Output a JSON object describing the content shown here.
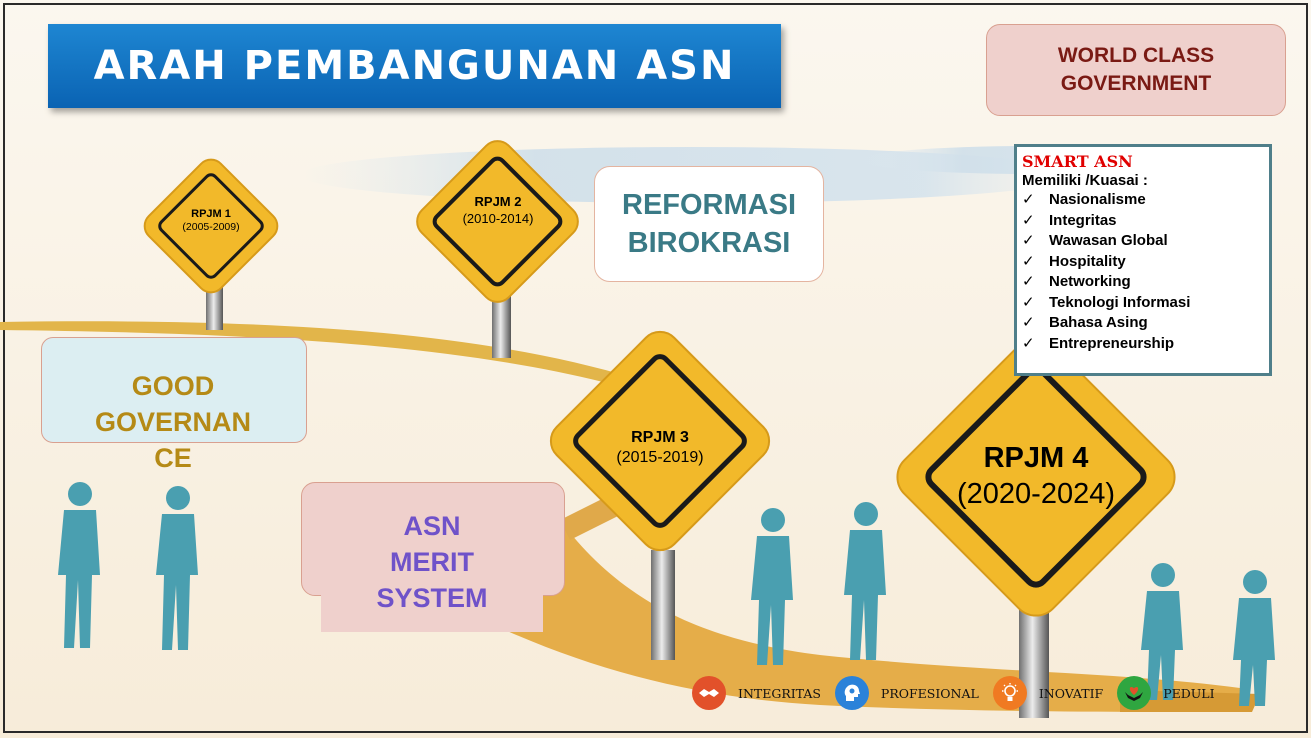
{
  "title": "ARAH PEMBANGUNAN ASN",
  "world_class": [
    "WORLD CLASS",
    "GOVERNMENT"
  ],
  "smart_asn": {
    "title": "SMART ASN",
    "subtitle": "Memiliki /Kuasai :",
    "items": [
      "Nasionalisme",
      "Integritas",
      "Wawasan Global",
      "Hospitality",
      "Networking",
      "Teknologi Informasi",
      "Bahasa Asing",
      "Entrepreneurship"
    ]
  },
  "reformasi": [
    "REFORMASI",
    "BIROKRASI"
  ],
  "good_governance": [
    "GOOD",
    "GOVERNAN",
    "CE"
  ],
  "asn_merit": [
    "ASN",
    "MERIT",
    "SYSTEM"
  ],
  "signs": [
    {
      "name": "RPJM 1",
      "years": "(2005-2009)"
    },
    {
      "name": "RPJM 2",
      "years": "(2010-2014)"
    },
    {
      "name": "RPJM 3",
      "years": "(2015-2019)"
    },
    {
      "name": "RPJM 4",
      "years": "(2020-2024)"
    }
  ],
  "values": [
    {
      "label": "INTEGRITAS",
      "icon": "handshake-icon",
      "color": "#e2512a"
    },
    {
      "label": "PROFESIONAL",
      "icon": "head-icon",
      "color": "#2b82d9"
    },
    {
      "label": "INOVATIF",
      "icon": "lightbulb-icon",
      "color": "#f07a22"
    },
    {
      "label": "PEDULI",
      "icon": "heart-hands-icon",
      "color": "#2fa640"
    }
  ],
  "colors": {
    "banner": "#1a7bc9",
    "sign_yellow": "#f2b92a",
    "road": "#e7b24a",
    "silhouette": "#4a9fb0"
  }
}
